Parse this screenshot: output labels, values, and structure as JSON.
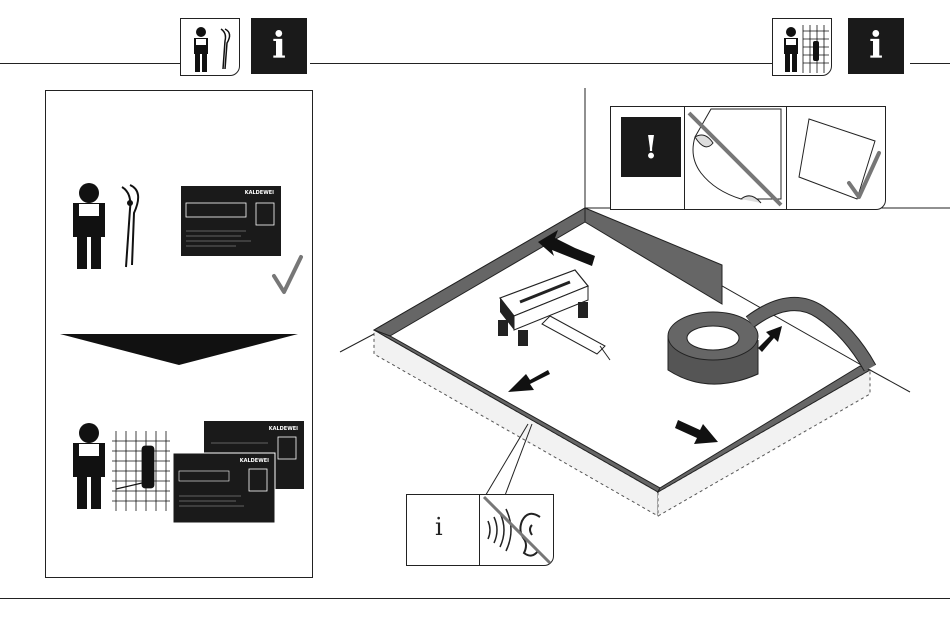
{
  "header": {
    "left_info_badge": "i",
    "right_info_badge": "i"
  },
  "left_panel": {
    "card_brand": "KALDEWEI",
    "card_brand_back": "KALDEWEI",
    "card_brand_front": "KALDEWEI"
  },
  "warning": {
    "exclamation": "!"
  },
  "callout": {
    "info_symbol": "i"
  },
  "icons": {
    "installer": "installer-person-icon",
    "pliers": "pliers-icon",
    "check": "checkmark-icon",
    "noise": "sound-wave-icon",
    "ear": "ear-icon"
  },
  "colors": {
    "ink": "#1a1a1a",
    "seal_tape": "#555555"
  }
}
